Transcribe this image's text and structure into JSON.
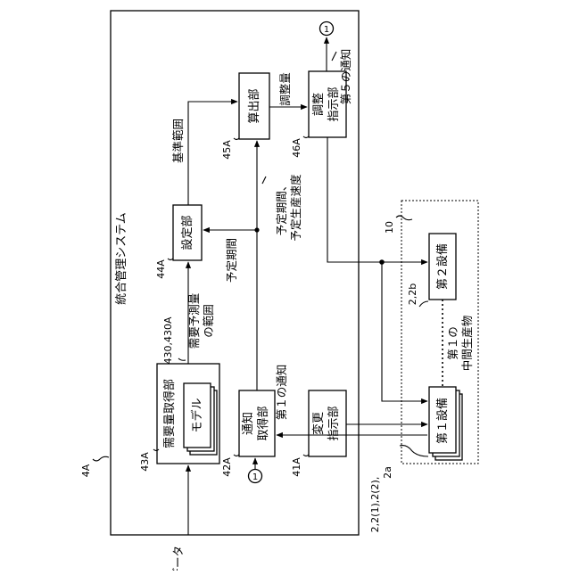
{
  "system": {
    "title": "統合管理システム",
    "ref": "4A"
  },
  "blocks": {
    "demand": {
      "label": "需要量取得部",
      "ref": "43A",
      "sub_ref": "430,430A",
      "model_label": "モデル"
    },
    "setting": {
      "label": "設定部",
      "ref": "44A"
    },
    "calc": {
      "label": "算出部",
      "ref": "45A"
    },
    "adjust": {
      "label_line1": "調整",
      "label_line2": "指示部",
      "ref": "46A"
    },
    "notice": {
      "label_line1": "通知",
      "label_line2": "取得部",
      "ref": "42A"
    },
    "change": {
      "label_line1": "変更",
      "label_line2": "指示部",
      "ref": "41A"
    }
  },
  "flows": {
    "input": "状況データ",
    "demand_range_line1": "需要予測量",
    "demand_range_line2": "の範囲",
    "scheduled_period": "予定期間",
    "sched_speed_line1": "予定期間、",
    "sched_speed_line2": "予定生産速度",
    "reference_range": "基準範囲",
    "adjustment": "調整量",
    "fifth_notice": "第５の通知",
    "first_notice": "第１の通知",
    "connector_label": "1"
  },
  "plant": {
    "ref": "10",
    "equip1": "第１設備",
    "equip2": "第２設備",
    "equip2_ref": "2,2b",
    "intermediate_line1": "第１の",
    "intermediate_line2": "中間生産物",
    "equip1_ref_line1": "2,2(1),2(2),",
    "equip1_ref_line2": "2a"
  }
}
